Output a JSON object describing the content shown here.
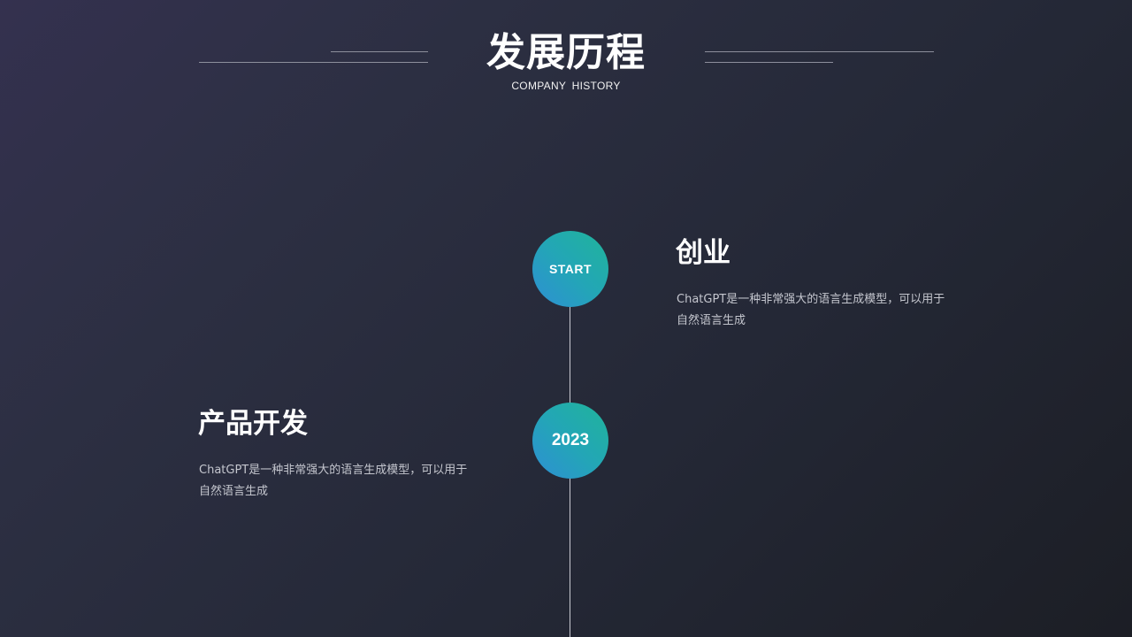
{
  "header": {
    "title": "发展历程",
    "subtitle": "COMPANY  HISTORY"
  },
  "timeline": {
    "nodes": [
      {
        "label": "START"
      },
      {
        "label": "2023"
      }
    ],
    "events": [
      {
        "title": "创业",
        "description": "ChatGPT是一种非常强大的语言生成模型，可以用于自然语言生成"
      },
      {
        "title": "产品开发",
        "description": "ChatGPT是一种非常强大的语言生成模型，可以用于自然语言生成"
      }
    ]
  },
  "colors": {
    "background_start": "#34314f",
    "background_end": "#1c1e25",
    "node_gradient_start": "#20b49a",
    "node_gradient_end": "#2e8fd4",
    "timeline_line": "#c9cad2",
    "text_primary": "#ffffff",
    "text_secondary": "#c4c6ce"
  }
}
